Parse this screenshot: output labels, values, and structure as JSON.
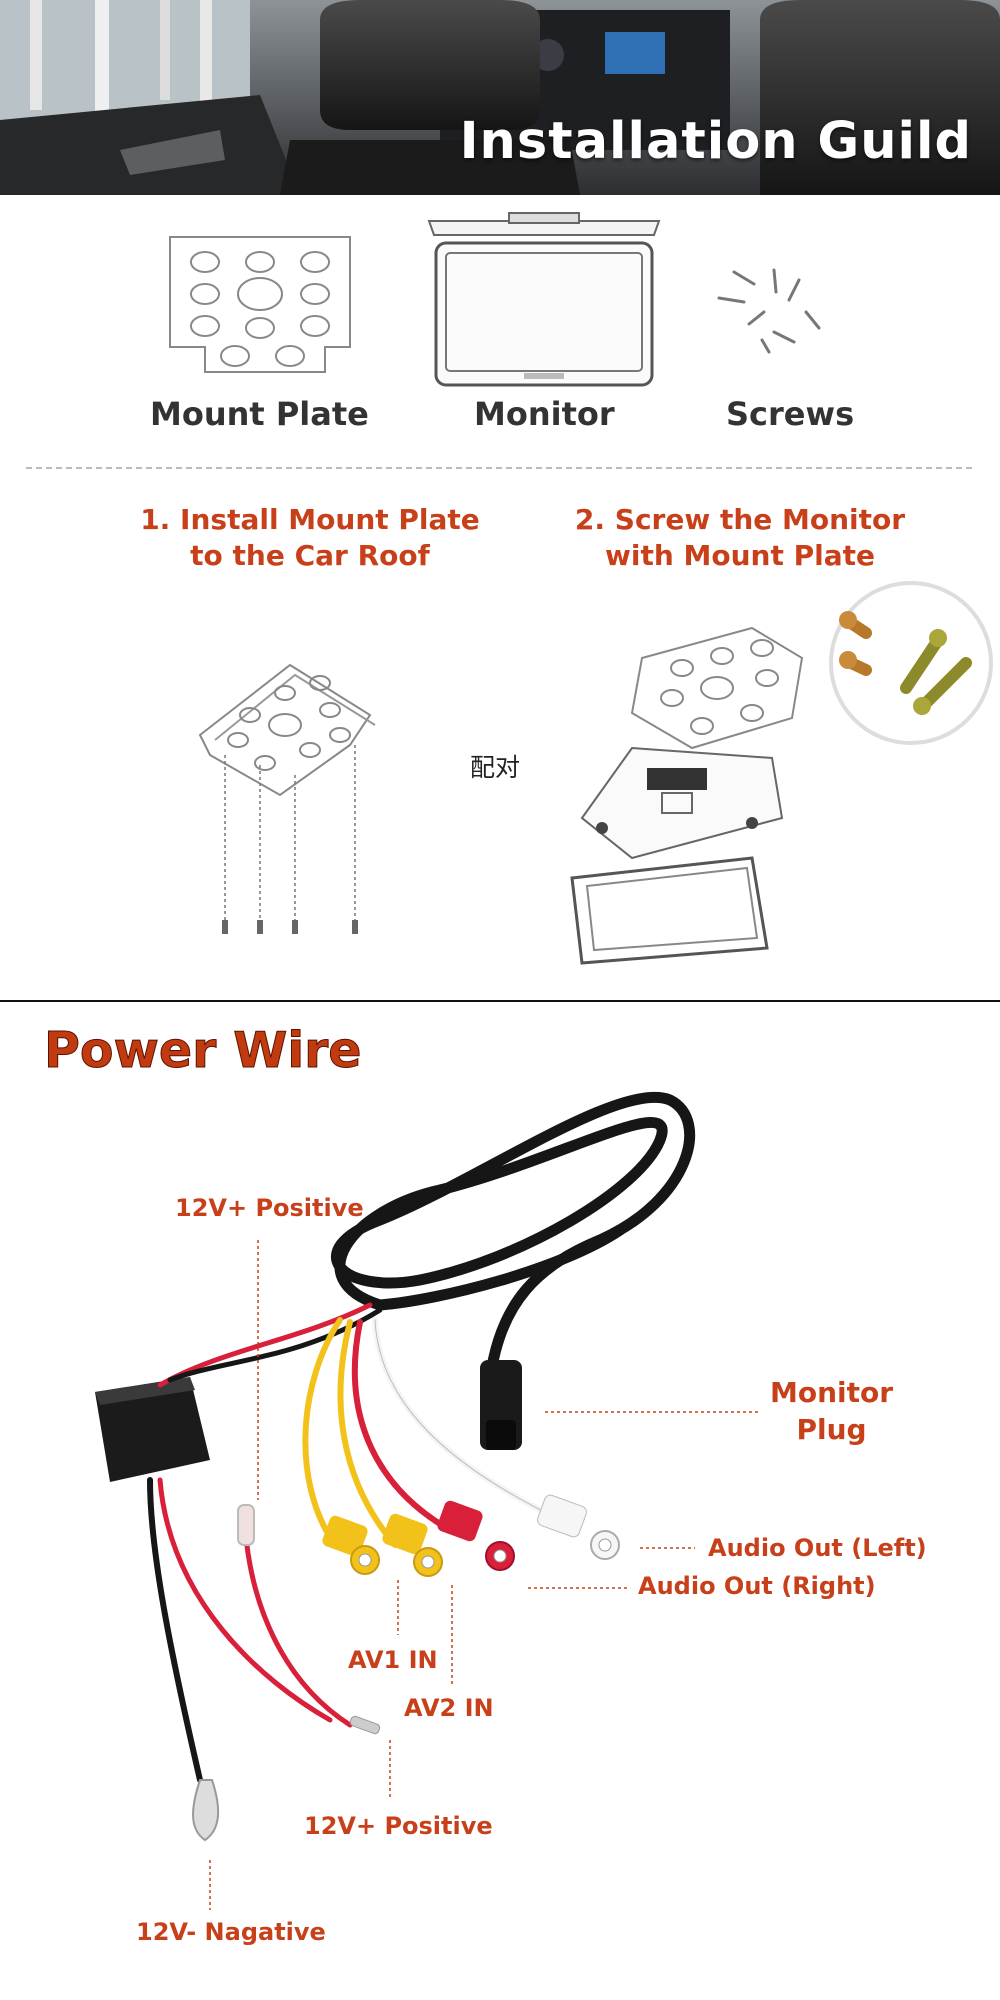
{
  "header": {
    "title": "Installation Guild"
  },
  "parts": {
    "mount_plate": "Mount Plate",
    "monitor": "Monitor",
    "screws": "Screws"
  },
  "steps": {
    "step1_line1": "1. Install Mount Plate",
    "step1_line2": "to the Car Roof",
    "step2_line1": "2. Screw the Monitor",
    "step2_line2": "with Mount Plate",
    "pairing": "配对"
  },
  "power_wire": {
    "title": "Power Wire",
    "labels": {
      "positive_top": "12V+ Positive",
      "monitor_plug_line1": "Monitor",
      "monitor_plug_line2": "Plug",
      "audio_left": "Audio Out (Left)",
      "audio_right": "Audio Out (Right)",
      "av1": "AV1 IN",
      "av2": "AV2 IN",
      "positive_bottom": "12V+ Positive",
      "negative": "12V- Nagative"
    }
  },
  "colors": {
    "accent": "#c8401a",
    "title_red": "#c23a10",
    "wire_yellow": "#f2c21a",
    "wire_red": "#d8203a",
    "wire_white": "#f4f4f4",
    "cable_black": "#161616"
  }
}
